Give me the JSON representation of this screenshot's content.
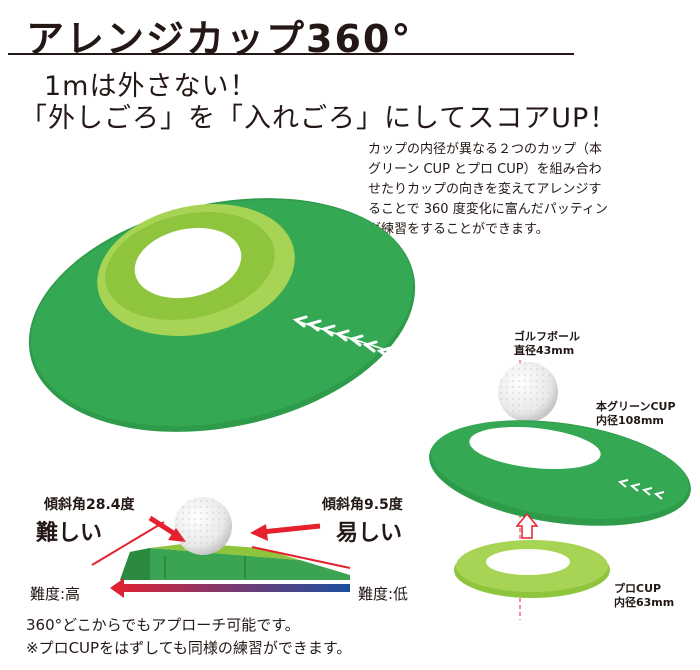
{
  "title": "アレンジカップ360°",
  "headline": {
    "line1": "1mは外さない！",
    "line2": "「外しごろ」を「入れごろ」にしてスコアUP！"
  },
  "description": [
    "カップの内径が異なる２つのカップ（本",
    "グリーン CUP とプロ CUP）を組み合わ",
    "せたりカップの向きを変えてアレンジす",
    "ることで 360 度変化に富んだパッティン",
    "グ練習をすることができます。"
  ],
  "labels": {
    "golf_ball": {
      "name": "ゴルフボール",
      "size": "直径43mm"
    },
    "green_cup": {
      "name": "本グリーンCUP",
      "size": "内径108mm"
    },
    "pro_cup": {
      "name": "プロCUP",
      "size": "内径63mm"
    }
  },
  "slope": {
    "left": {
      "angle": "傾斜角28.4度",
      "difficulty": "難しい"
    },
    "right": {
      "angle": "傾斜角9.5度",
      "difficulty": "易しい"
    }
  },
  "difficulty_scale": {
    "high": "難度:高",
    "low": "難度:低"
  },
  "notes": [
    "360°どこからでもアプローチ可能です。",
    "※プロCUPをはずしても同様の練習ができます。"
  ],
  "colors": {
    "dark_green": "#2e9b4a",
    "light_green": "#a8d456",
    "arrow_red": "#e5202f",
    "arrow_blue": "#1d4fa0"
  }
}
